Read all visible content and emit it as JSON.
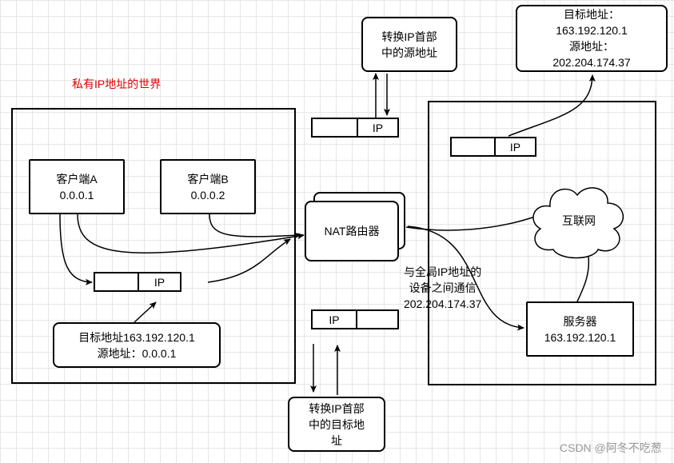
{
  "private_world": {
    "title": "私有IP地址的世界"
  },
  "client_a": {
    "name": "客户端A",
    "ip": "0.0.0.1"
  },
  "client_b": {
    "name": "客户端B",
    "ip": "0.0.0.2"
  },
  "nat": {
    "label": "NAT路由器"
  },
  "packet_label": "IP",
  "outgoing_packet_note": {
    "dest": "目标地址163.192.120.1",
    "src": "源地址：0.0.0.1"
  },
  "rewrite_source": {
    "line1": "转换IP首部",
    "line2": "中的源地址"
  },
  "rewrite_dest": {
    "line1": "转换IP首部",
    "line2": "中的目标地",
    "line3": "址"
  },
  "public_header": {
    "dest_label": "目标地址：",
    "dest": "163.192.120.1",
    "src_label": "源地址：",
    "src": "202.204.174.37"
  },
  "internet": {
    "label": "互联网"
  },
  "server": {
    "name": "服务器",
    "ip": "163.192.120.1"
  },
  "global_comm": {
    "line1": "与全局IP地址的",
    "line2": "设备之间通信",
    "line3": "202.204.174.37"
  },
  "watermark": "CSDN @阿冬不吃葱"
}
